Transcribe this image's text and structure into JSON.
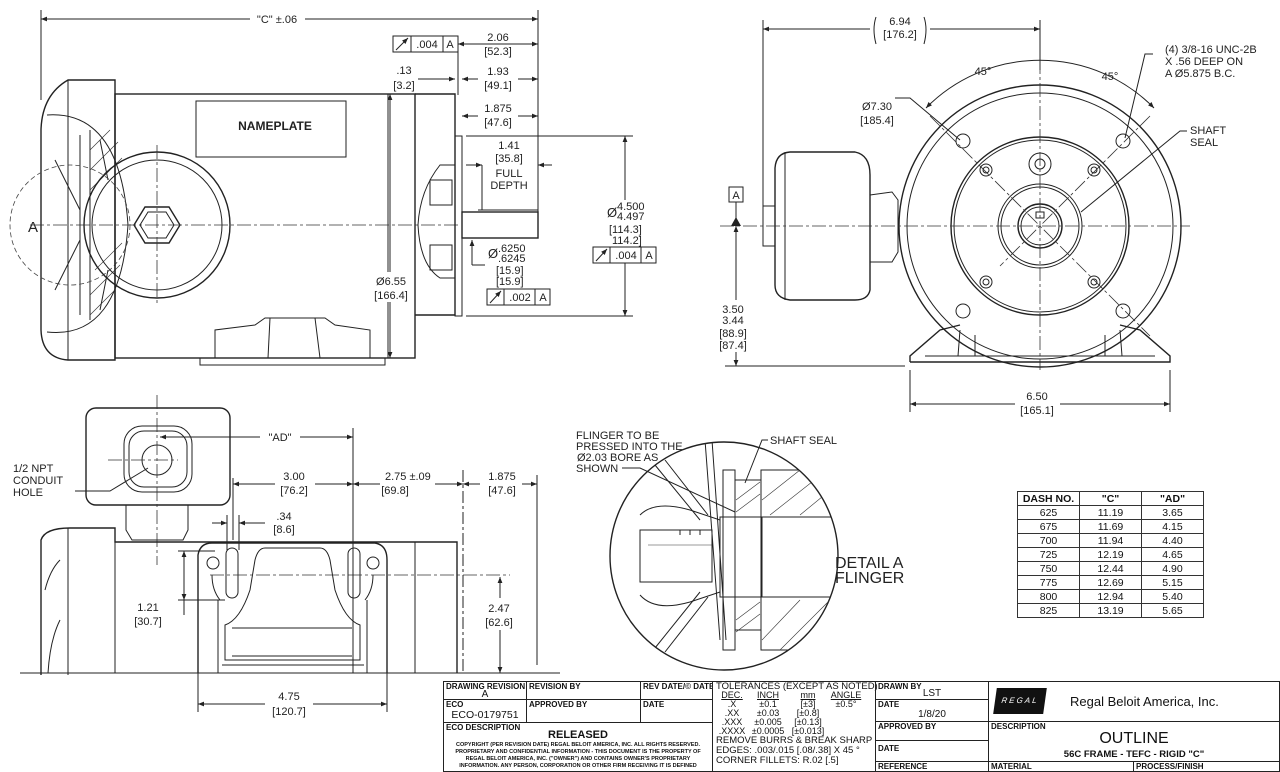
{
  "side_view": {
    "c_dim": "\"C\" ±.06",
    "nameplate": "NAMEPLATE",
    "detail_ref": "A",
    "fcf_top": {
      "tol": ".004",
      "datum": "A"
    },
    "dim_2_06": [
      "2.06",
      "[52.3]"
    ],
    "dim_13": [
      ".13",
      "[3.2]"
    ],
    "dim_1_93": [
      "1.93",
      "[49.1]"
    ],
    "dim_1_875": [
      "1.875",
      "[47.6]"
    ],
    "dim_1_41": [
      "1.41",
      "[35.8]",
      "FULL",
      "DEPTH"
    ],
    "dim_6_55": [
      "Ø6.55",
      "[166.4]"
    ],
    "shaft_dia": [
      "Ø",
      ".6250",
      ".6245",
      "[15.9]",
      "[15.9]"
    ],
    "fcf_shaft": {
      "tol": ".002",
      "datum": "A"
    },
    "pilot_dia": [
      "Ø",
      "4.500",
      "4.497",
      "[114.3]",
      "114.2]"
    ],
    "fcf_pilot": {
      "tol": ".004",
      "datum": "A"
    }
  },
  "end_view": {
    "dim_6_94": [
      "6.94",
      "[176.2]"
    ],
    "angle_left": "45°",
    "angle_right": "45°",
    "dim_7_30": [
      "Ø7.30",
      "[185.4]"
    ],
    "hole_note": [
      "(4) 3/8-16 UNC-2B",
      "X .56 DEEP ON",
      "A  Ø5.875 B.C."
    ],
    "shaft_seal": [
      "SHAFT",
      "SEAL"
    ],
    "datum": "A",
    "dim_height": [
      "3.50",
      "3.44",
      "[88.9]",
      "[87.4]"
    ],
    "dim_6_50": [
      "6.50",
      "[165.1]"
    ]
  },
  "bottom_view": {
    "conduit_note": [
      "1/2 NPT",
      "CONDUIT",
      "HOLE"
    ],
    "ad_dim": "\"AD\"",
    "dim_3_00": [
      "3.00",
      "[76.2]"
    ],
    "dim_2_75": [
      "2.75  ±.09",
      "[69.8]"
    ],
    "dim_1_875": [
      "1.875",
      "[47.6]"
    ],
    "dim_34": [
      ".34",
      "[8.6]"
    ],
    "dim_1_21": [
      "1.21",
      "[30.7]"
    ],
    "dim_2_47": [
      "2.47",
      "[62.6]"
    ],
    "dim_4_75": [
      "4.75",
      "[120.7]"
    ]
  },
  "detail_a": {
    "flinger_note": [
      "FLINGER TO BE",
      "PRESSED INTO THE",
      "Ø2.03 BORE AS",
      "SHOWN"
    ],
    "shaft_seal": "SHAFT SEAL",
    "title": [
      "DETAIL A",
      "FLINGER"
    ]
  },
  "dash_table": {
    "headers": [
      "DASH NO.",
      "\"C\"",
      "\"AD\""
    ],
    "rows": [
      [
        "625",
        "11.19",
        "3.65"
      ],
      [
        "675",
        "11.69",
        "4.15"
      ],
      [
        "700",
        "11.94",
        "4.40"
      ],
      [
        "725",
        "12.19",
        "4.65"
      ],
      [
        "750",
        "12.44",
        "4.90"
      ],
      [
        "775",
        "12.69",
        "5.15"
      ],
      [
        "800",
        "12.94",
        "5.40"
      ],
      [
        "825",
        "13.19",
        "5.65"
      ]
    ]
  },
  "title_block": {
    "drawing_revision_label": "DRAWING REVISION",
    "drawing_revision": "A",
    "revision_by_label": "REVISION BY",
    "rev_date_label": "REV DATE/© DATE",
    "eco_label": "ECO",
    "eco": "ECO-0179751",
    "approved_by_label": "APPROVED BY",
    "date_label": "DATE",
    "eco_description_label": "ECO DESCRIPTION",
    "eco_description": "RELEASED",
    "copyright": [
      "COPYRIGHT (PER REVISION DATE) REGAL BELOIT AMERICA, INC. ALL RIGHTS RESERVED.",
      "PROPRIETARY AND CONFIDENTIAL INFORMATION - THIS DOCUMENT IS THE PROPERTY OF",
      "REGAL BELOIT AMERICA, INC. (\"OWNER\") AND CONTAINS OWNER'S PROPRIETARY",
      "INFORMATION. ANY PERSON, CORPORATION OR OTHER FIRM RECEIVING IT IS DEFINED"
    ],
    "tolerances": {
      "title": "TOLERANCES (EXCEPT AS NOTED):",
      "headers": [
        "DEC.",
        "INCH",
        "mm",
        "ANGLE"
      ],
      "rows": [
        [
          ".X",
          "±0.1",
          "[±3]",
          "±0.5°"
        ],
        [
          ".XX",
          "±0.03",
          "[±0.8]",
          ""
        ],
        [
          ".XXX",
          "±0.005",
          "[±0.13]",
          ""
        ],
        [
          ".XXXX",
          "±0.0005",
          "[±0.013]",
          ""
        ]
      ],
      "notes": [
        "REMOVE BURRS & BREAK SHARP",
        "EDGES: .003/.015 [.08/.38] X 45 °",
        "CORNER FILLETS: R.02 [.5]"
      ]
    },
    "drawn_by_label": "DRAWN BY",
    "drawn_by": "LST",
    "date2_label": "DATE",
    "date2": "1/8/20",
    "approved_by2_label": "APPROVED BY",
    "date3_label": "DATE",
    "reference_label": "REFERENCE",
    "logo_text": "REGAL",
    "company": "Regal Beloit America, Inc.",
    "description_label": "DESCRIPTION",
    "description": "OUTLINE",
    "subdescription": "56C FRAME - TEFC - RIGID \"C\"",
    "material_label": "MATERIAL",
    "process_label": "PROCESS/FINISH"
  }
}
